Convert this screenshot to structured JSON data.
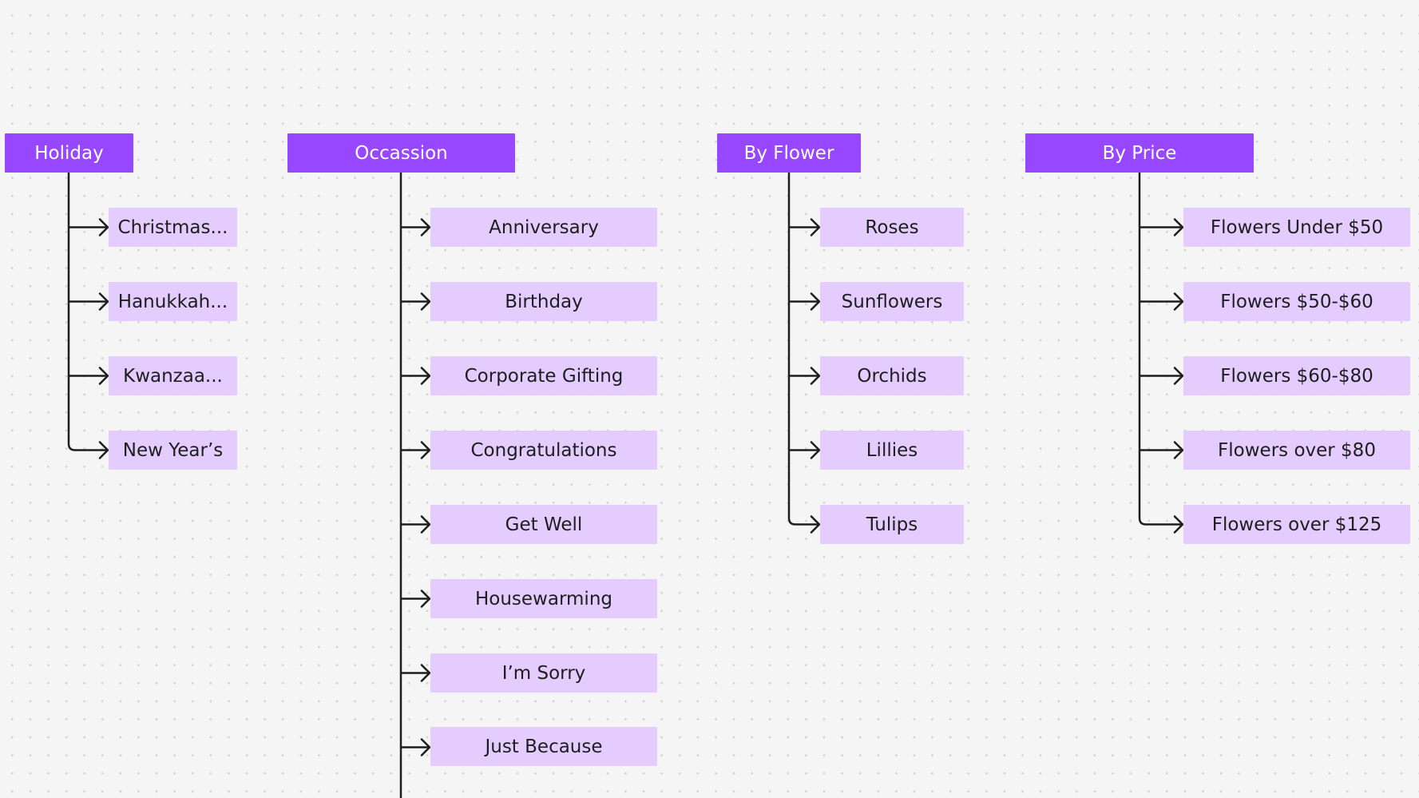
{
  "diagram": {
    "columns": [
      {
        "header": "Holiday",
        "items": [
          "Christmas...",
          "Hanukkah...",
          "Kwanzaa...",
          "New Year’s"
        ]
      },
      {
        "header": "Occassion",
        "items": [
          "Anniversary",
          "Birthday",
          "Corporate Gifting",
          "Congratulations",
          "Get Well",
          "Housewarming",
          "I’m Sorry",
          "Just Because"
        ]
      },
      {
        "header": "By Flower",
        "items": [
          "Roses",
          "Sunflowers",
          "Orchids",
          "Lillies",
          "Tulips"
        ]
      },
      {
        "header": "By Price",
        "items": [
          "Flowers Under $50",
          "Flowers $50-$60",
          "Flowers $60-$80",
          "Flowers over $80",
          "Flowers over $125"
        ]
      }
    ]
  },
  "colors": {
    "header_fill": "#9747ff",
    "header_text": "#ffffff",
    "item_fill": "#e4ccff",
    "item_text": "#1e1e1e",
    "connector": "#1e1e1e",
    "canvas_background": "#f5f5f5"
  }
}
